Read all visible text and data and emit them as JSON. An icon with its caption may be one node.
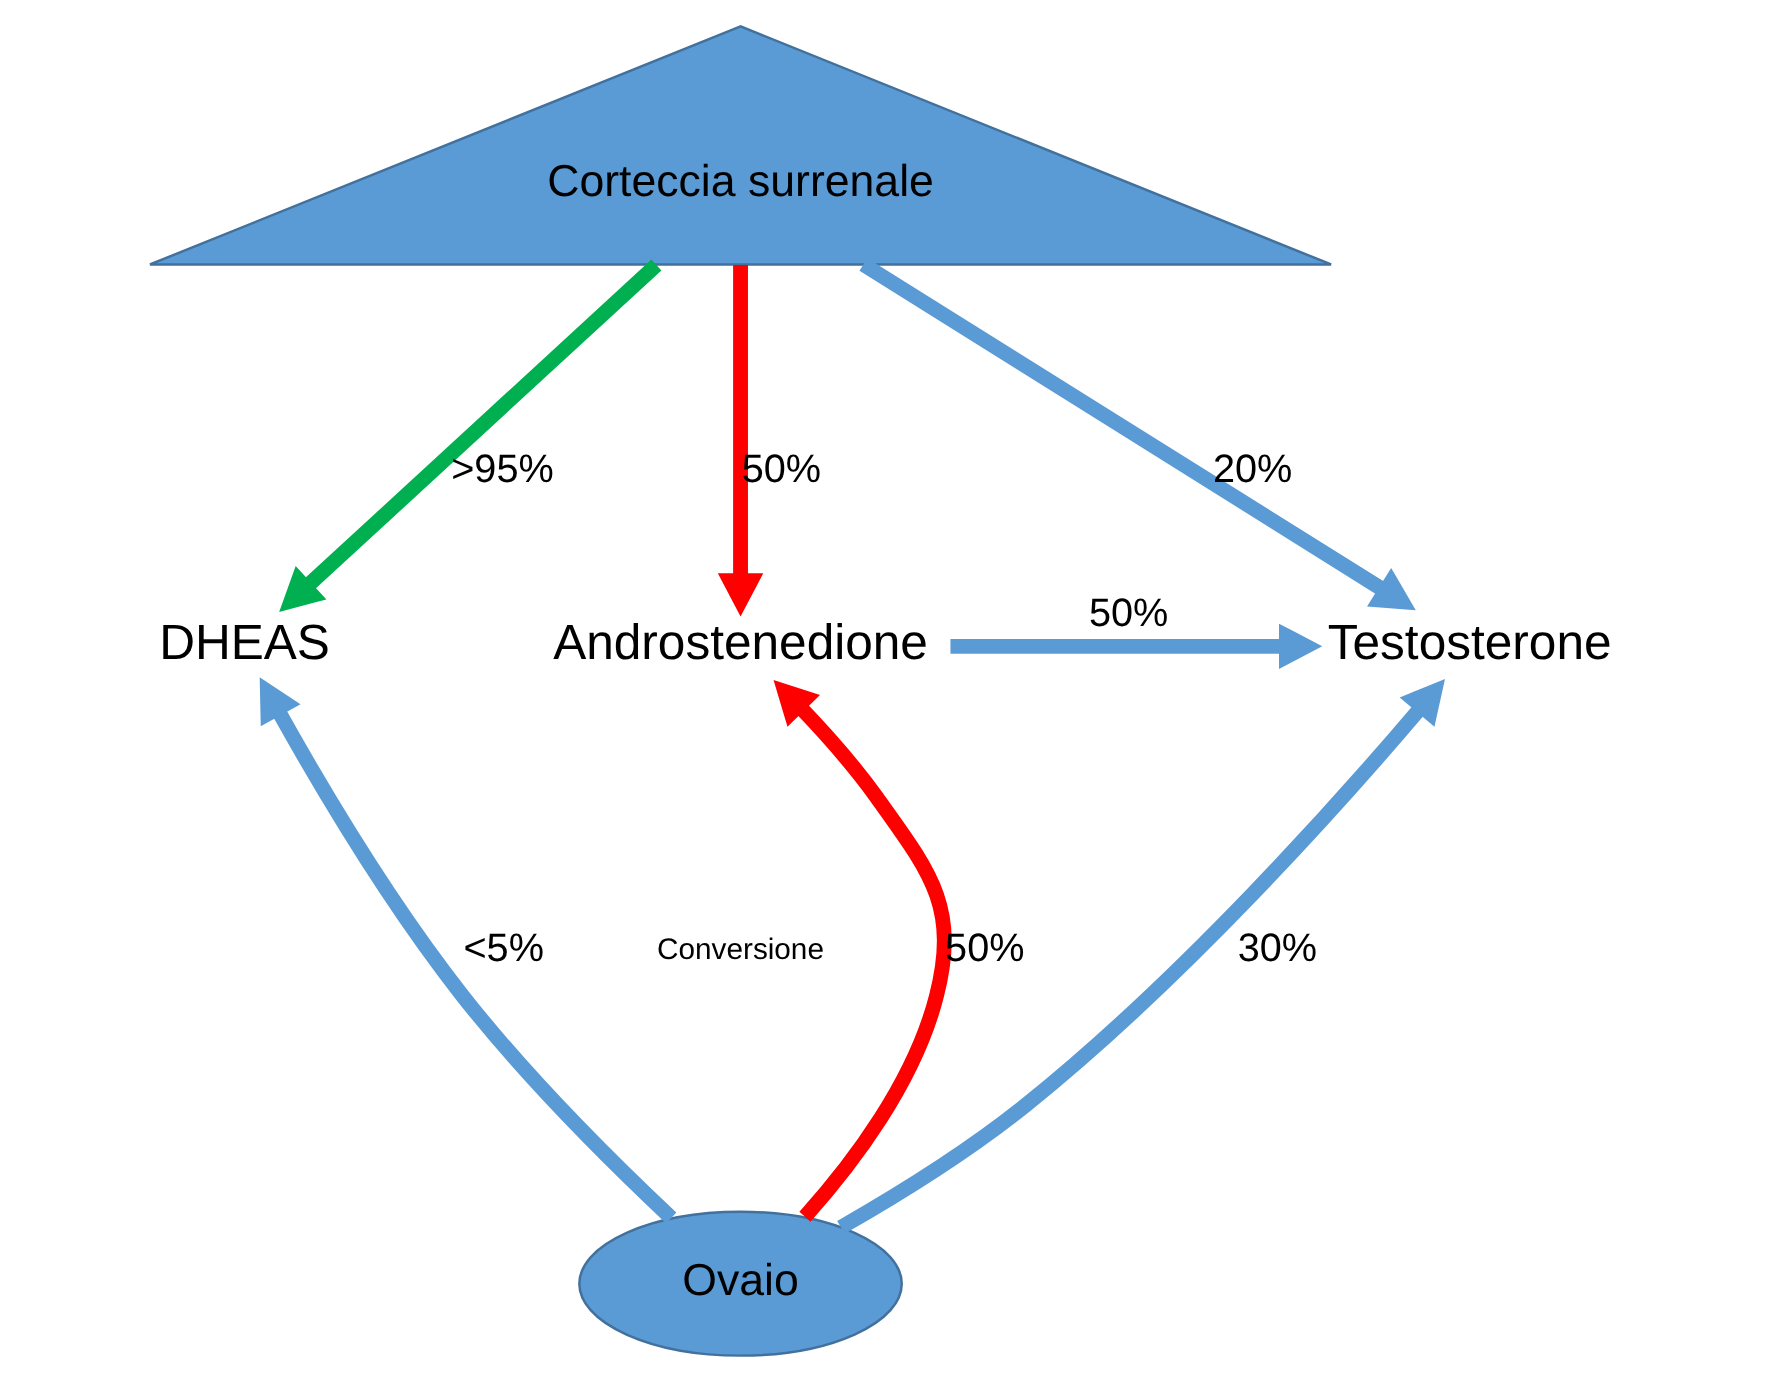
{
  "diagram": {
    "nodes": [
      {
        "text": [
          "Corteccia surrenale"
        ]
      },
      {
        "text": [
          "DHEAS"
        ]
      },
      {
        "text": [
          "Androstenedione"
        ]
      },
      {
        "text": [
          "Testosterone"
        ]
      },
      {
        "text": [
          "Ovaio"
        ]
      }
    ],
    "edges": [
      {
        "from": 0,
        "to": 1,
        "arrow": "to",
        "label": ">95%",
        "color": "#00b050"
      },
      {
        "from": 0,
        "to": 2,
        "arrow": "to",
        "label": "50%",
        "color": "#ff0000"
      },
      {
        "from": 0,
        "to": 3,
        "arrow": "to",
        "label": "20%"
      },
      {
        "from": 2,
        "to": 3,
        "arrow": "to",
        "label": "50%"
      },
      {
        "from": 4,
        "to": 1,
        "arrow": "to",
        "label": "<5%"
      },
      {
        "from": 4,
        "to": 2,
        "arrow": "to",
        "label": "50%",
        "color": "#ff0000"
      },
      {
        "from": 4,
        "to": 3,
        "arrow": "to",
        "label": "30%"
      }
    ],
    "labels": [
      "Conversione"
    ]
  }
}
